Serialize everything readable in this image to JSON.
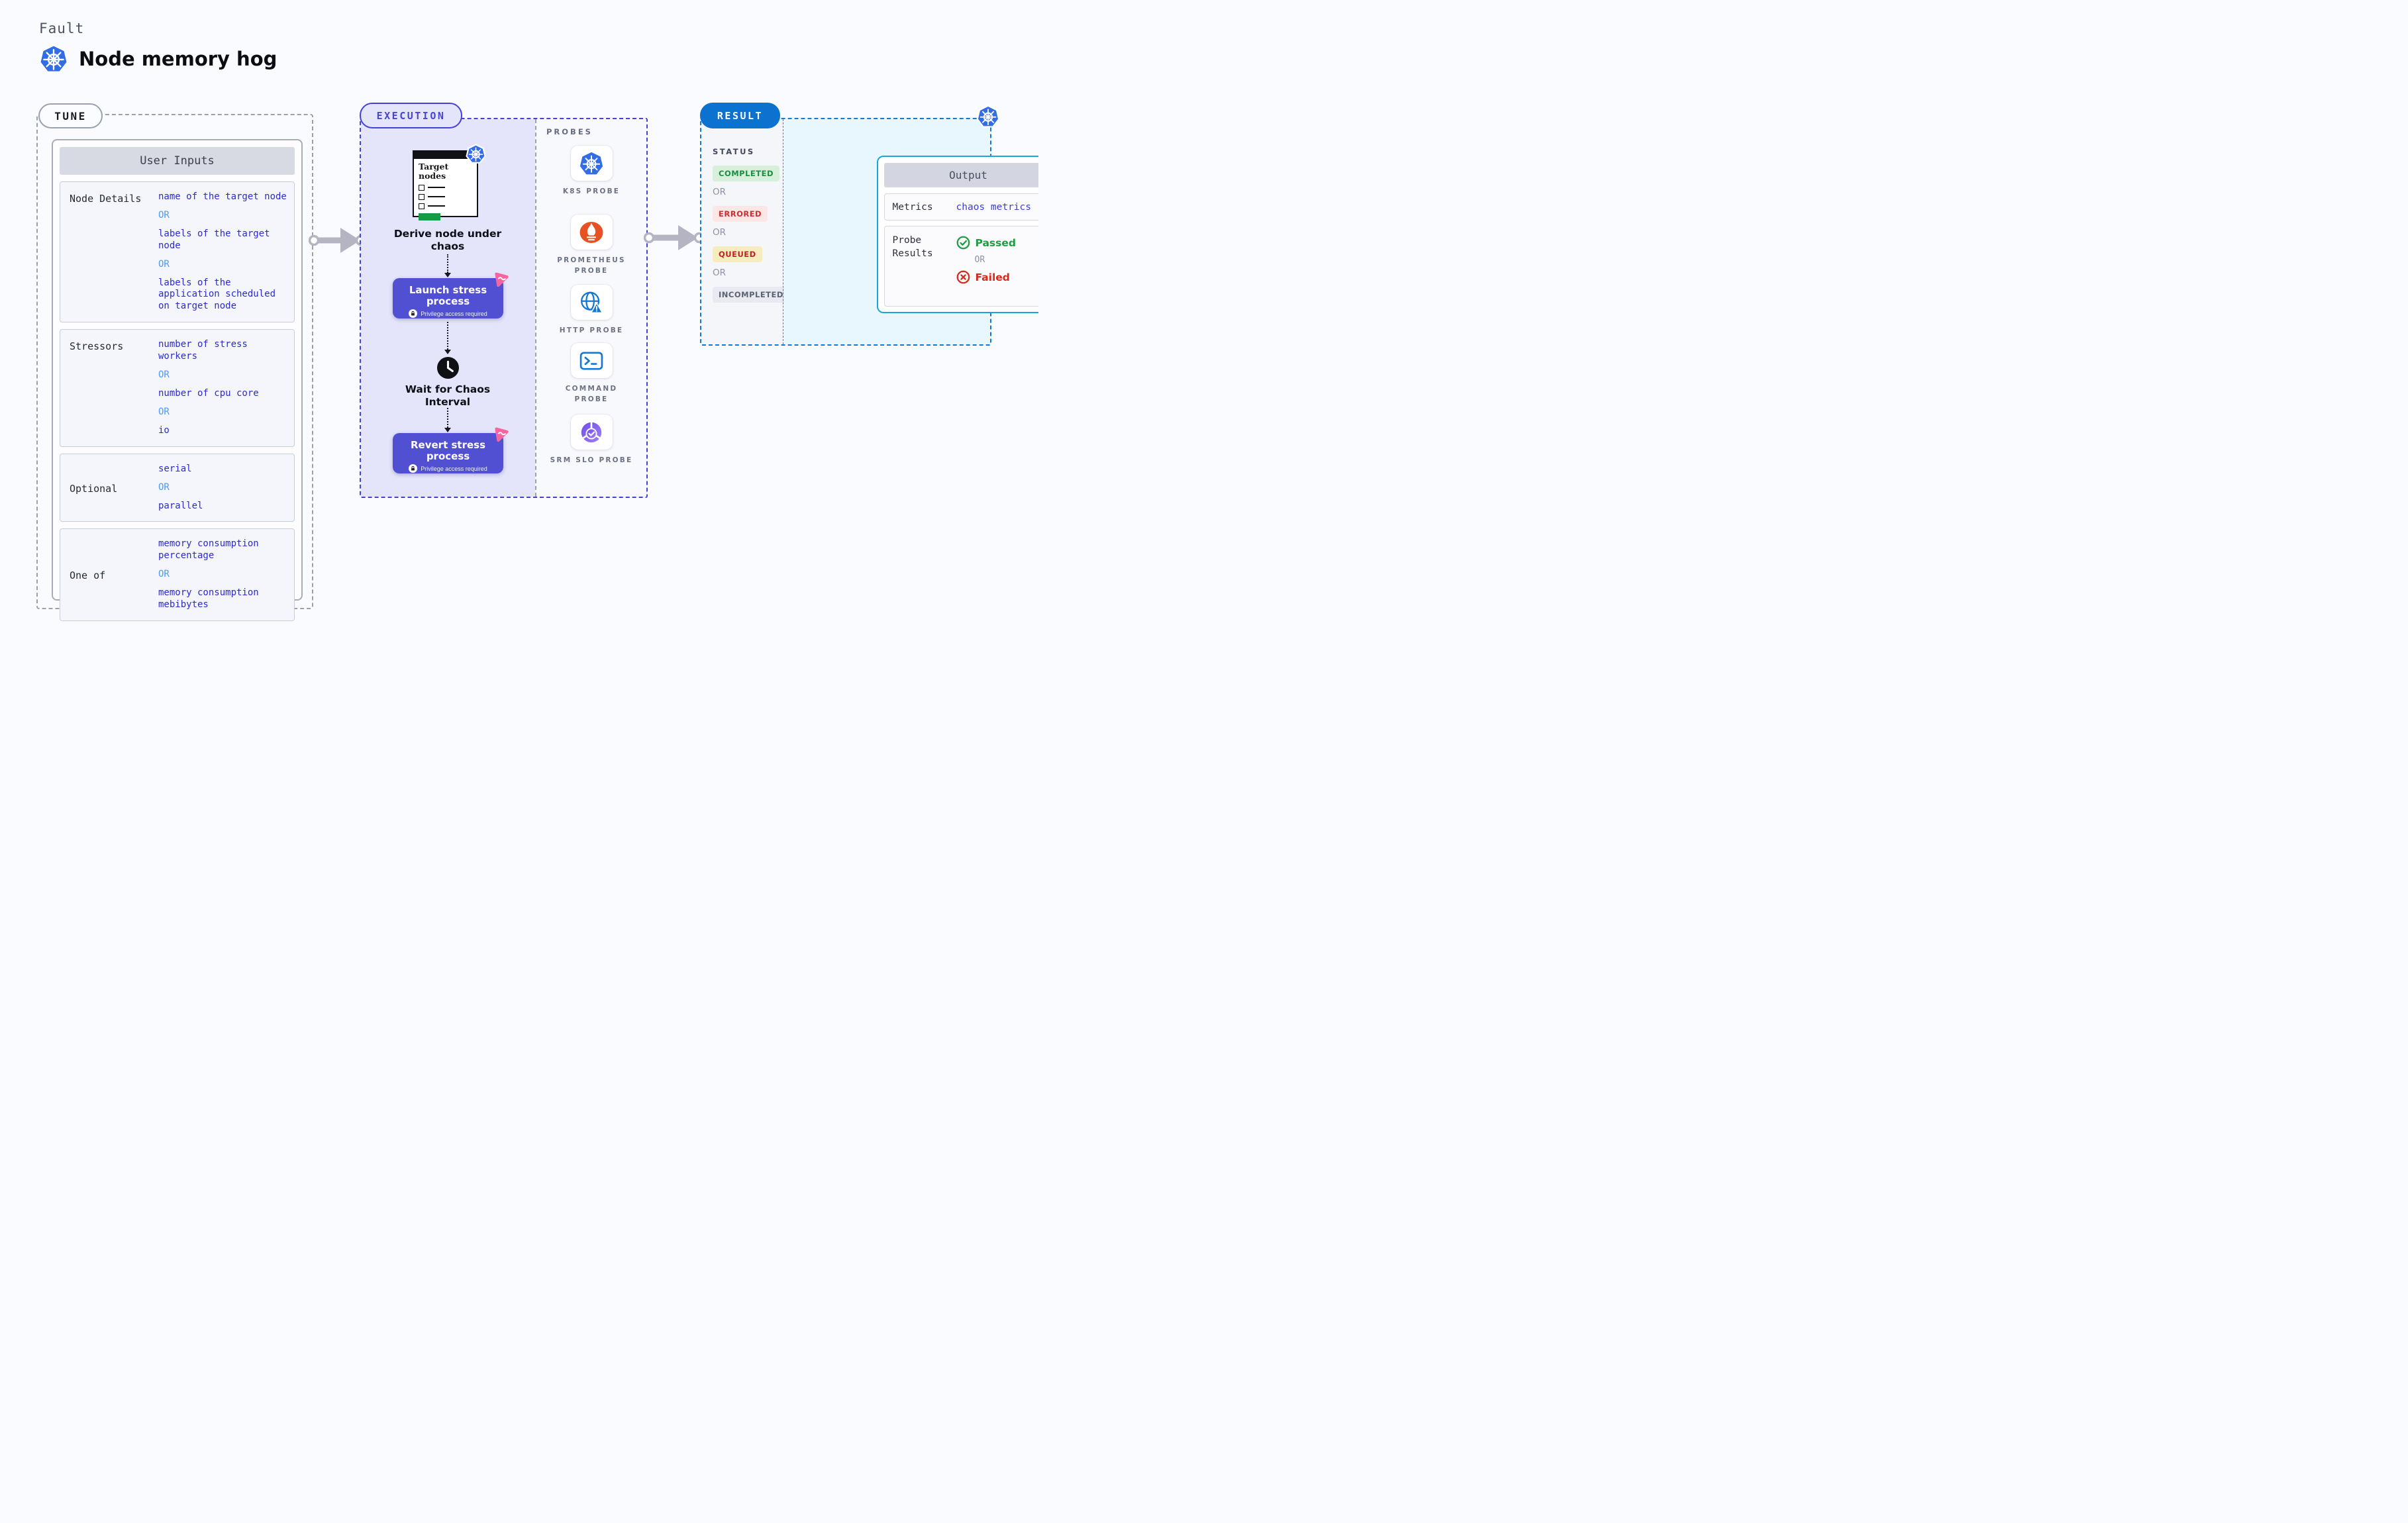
{
  "page": {
    "kicker": "Fault",
    "title": "Node memory hog"
  },
  "colors": {
    "execution_accent": "#4341d9",
    "button_purple": "#5150d2",
    "badge_pink": "#f7659f",
    "result_accent": "#0c72cf",
    "output_border": "#16a8da",
    "value_blue": "#2b2bcd",
    "or_blue": "#4b9cf6",
    "completed_green": "#1b8f3f",
    "errored_red": "#ce2d2d",
    "queued_red": "#c32020",
    "incompleted_gray": "#5c6173",
    "passed_green": "#1e9e41",
    "failed_red": "#d8291c",
    "kubernetes_blue": "#326de6",
    "prometheus_orange": "#e75225",
    "target_progress_green": "#189b47"
  },
  "tune": {
    "badge": "TUNE",
    "card_title": "User Inputs",
    "rows": [
      {
        "label": "Node Details",
        "values": [
          "name of the target node",
          "OR",
          "labels of the target node",
          "OR",
          "labels of the application scheduled on target node"
        ]
      },
      {
        "label": "Stressors",
        "values": [
          "number of stress workers",
          "OR",
          "number of cpu core",
          "OR",
          "io"
        ]
      },
      {
        "label": "Optional",
        "values": [
          "serial",
          "OR",
          "parallel"
        ]
      },
      {
        "label": "One of",
        "values": [
          "memory consumption percentage",
          "OR",
          "memory consumption mebibytes"
        ]
      }
    ]
  },
  "execution": {
    "badge": "EXECUTION",
    "target_card": {
      "title": "Target nodes",
      "icon": "kubernetes-icon"
    },
    "derive_label": "Derive node under chaos",
    "launch": {
      "title": "Launch stress process",
      "subtitle": "Privilege access required",
      "icon": "lock-icon"
    },
    "wait_label": "Wait for Chaos Interval",
    "revert": {
      "title": "Revert stress process",
      "subtitle": "Privilege access required",
      "icon": "lock-icon"
    }
  },
  "probes": {
    "header": "PROBES",
    "items": [
      {
        "label": "K8S PROBE",
        "icon": "kubernetes-icon"
      },
      {
        "label": "PROMETHEUS PROBE",
        "icon": "prometheus-icon"
      },
      {
        "label": "HTTP PROBE",
        "icon": "globe-alert-icon"
      },
      {
        "label": "COMMAND PROBE",
        "icon": "terminal-icon"
      },
      {
        "label": "SRM SLO PROBE",
        "icon": "slo-donut-icon"
      }
    ]
  },
  "result": {
    "badge": "RESULT",
    "status": {
      "header": "STATUS",
      "separator": "OR",
      "badges": [
        {
          "label": "COMPLETED"
        },
        {
          "label": "ERRORED"
        },
        {
          "label": "QUEUED"
        },
        {
          "label": "INCOMPLETED"
        }
      ]
    },
    "output": {
      "title": "Output",
      "metrics_label": "Metrics",
      "metrics_value": "chaos metrics",
      "probe_results_label": "Probe Results",
      "passed_label": "Passed",
      "separator": "OR",
      "failed_label": "Failed"
    }
  }
}
